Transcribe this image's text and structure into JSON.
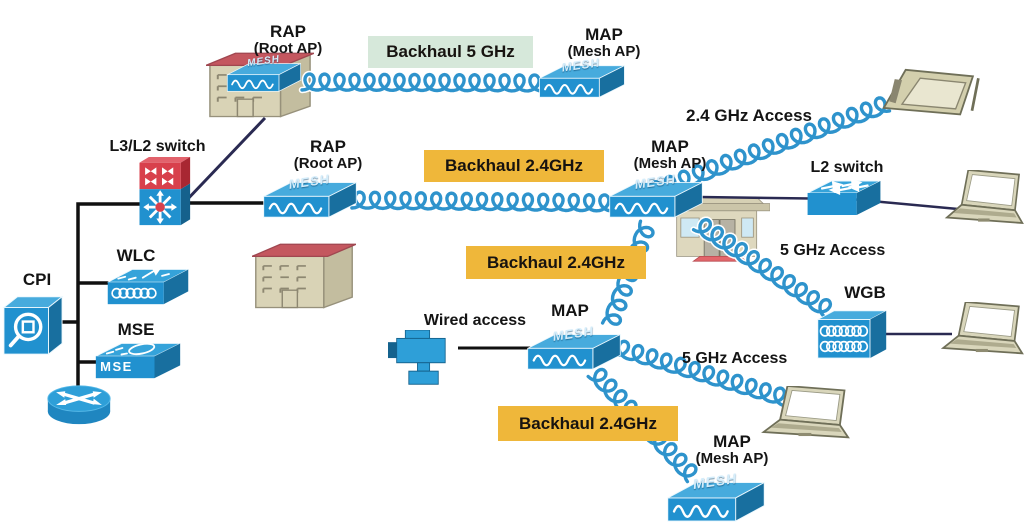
{
  "colors": {
    "coil": "#2e93cc",
    "backhaul_24_bg": "#efb73a",
    "backhaul_5_bg": "#d6e8da",
    "device_blue": "#2191cf",
    "wired_line": "#101010"
  },
  "device_text": {
    "mesh": "MESH",
    "mse_front": "MSE"
  },
  "nodes": {
    "rap1": {
      "label": "RAP",
      "sublabel": "(Root AP)"
    },
    "map1": {
      "label": "MAP",
      "sublabel": "(Mesh AP)"
    },
    "rap2": {
      "label": "RAP",
      "sublabel": "(Root AP)"
    },
    "map2": {
      "label": "MAP",
      "sublabel": "(Mesh AP)"
    },
    "map3": {
      "label": "MAP"
    },
    "map4": {
      "label": "MAP",
      "sublabel": "(Mesh AP)"
    },
    "l3l2_switch": {
      "label": "L3/L2 switch"
    },
    "l2_switch": {
      "label": "L2 switch"
    },
    "wlc": {
      "label": "WLC"
    },
    "mse": {
      "label": "MSE"
    },
    "cpi": {
      "label": "CPI"
    },
    "wgb": {
      "label": "WGB"
    },
    "wired_access": {
      "label": "Wired access"
    }
  },
  "links": {
    "backhaul_5ghz": {
      "label": "Backhaul 5 GHz"
    },
    "backhaul_24ghz_a": {
      "label": "Backhaul 2.4GHz"
    },
    "backhaul_24ghz_b": {
      "label": "Backhaul 2.4GHz"
    },
    "backhaul_24ghz_c": {
      "label": "Backhaul 2.4GHz"
    },
    "access_24ghz": {
      "label": "2.4 GHz Access"
    },
    "access_5ghz_a": {
      "label": "5 GHz Access"
    },
    "access_5ghz_b": {
      "label": "5 GHz Access"
    }
  }
}
